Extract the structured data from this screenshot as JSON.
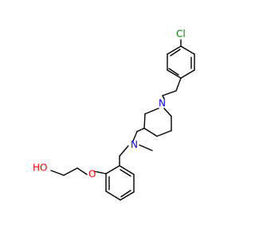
{
  "colors": {
    "bond": "#000000",
    "cl": "#008000",
    "n": "#0000ff",
    "o": "#ff0000",
    "background": "#ffffff"
  },
  "atoms": {
    "cl": "Cl",
    "n_ring": "N",
    "n_amine": "N",
    "o_ether": "O",
    "o_hydroxyl": "HO"
  }
}
